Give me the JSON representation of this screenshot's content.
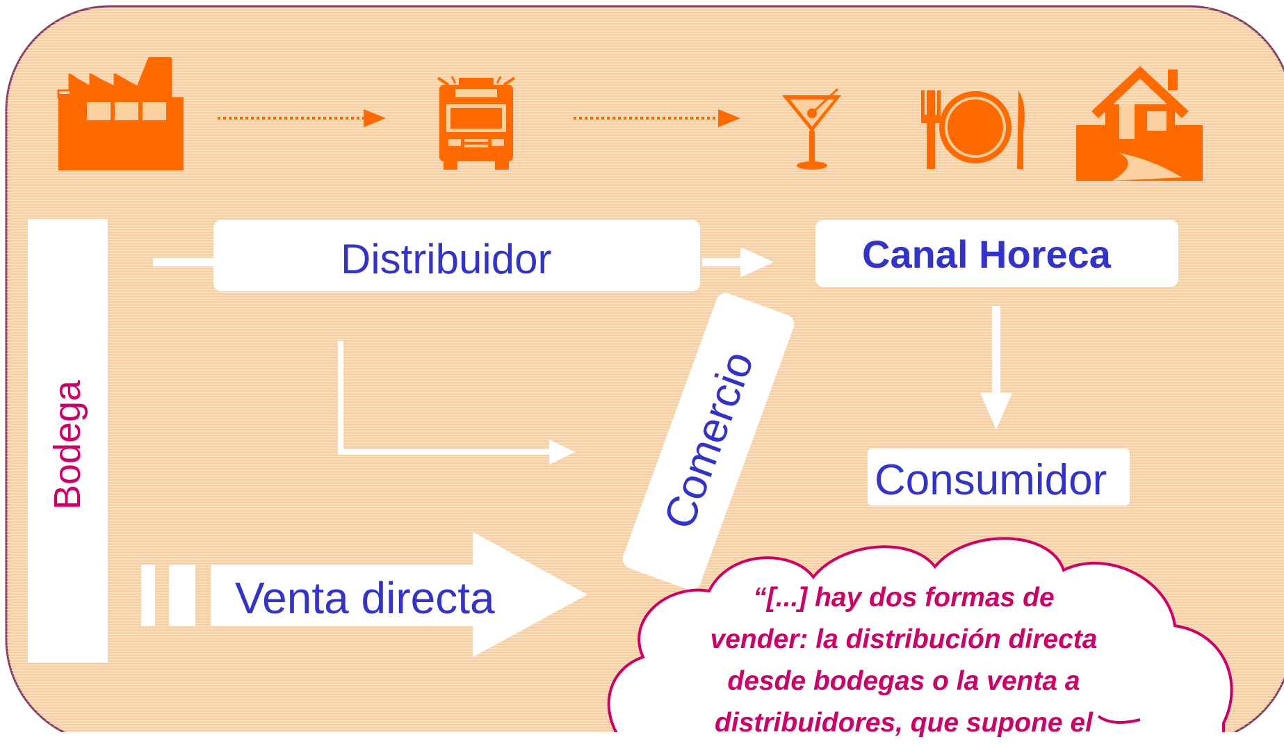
{
  "labels": {
    "bodega": "Bodega",
    "distribuidor": "Distribuidor",
    "canal_horeca": "Canal Horeca",
    "consumidor": "Consumidor",
    "comercio": "Comercio",
    "venta_directa": "Venta directa"
  },
  "quote_lines": [
    "“[...] hay dos formas de",
    "vender: la distribución directa",
    "desde bodegas o la venta a",
    "distribuidores, que supone el"
  ],
  "colors": {
    "icon_orange": "#ff6a00",
    "label_blue": "#3333cc",
    "accent_magenta": "#cc0066",
    "panel_fill": "#fccf9e",
    "panel_border": "#8a3a5c"
  },
  "icons": [
    "factory-icon",
    "fire-truck-icon",
    "cocktail-glass-icon",
    "plate-cutlery-icon",
    "house-icon"
  ]
}
